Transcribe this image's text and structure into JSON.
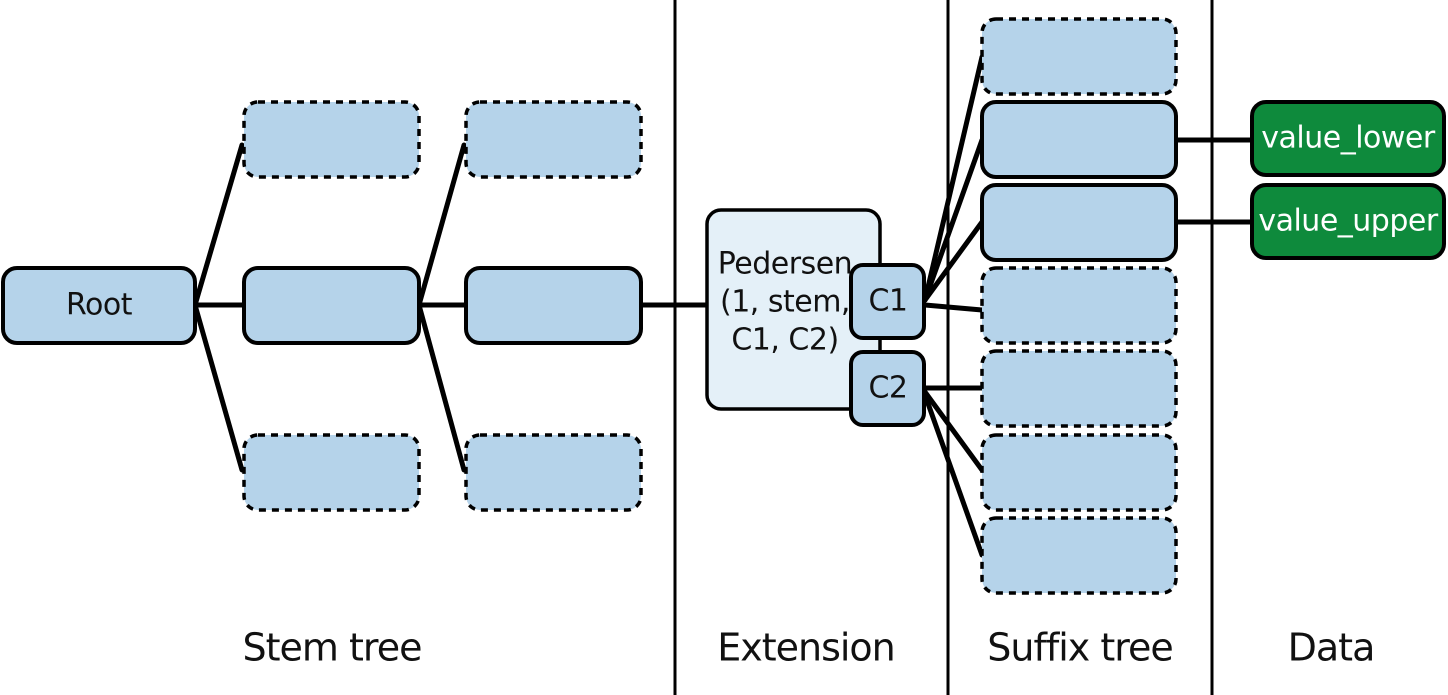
{
  "sections": {
    "stem_tree": "Stem tree",
    "extension": "Extension",
    "suffix_tree": "Suffix tree",
    "data": "Data"
  },
  "nodes": {
    "root": "Root",
    "pedersen_lines": [
      "Pedersen",
      "(1, stem,",
      "C1, C2)"
    ],
    "c1": "C1",
    "c2": "C2",
    "value_lower": "value_lower",
    "value_upper": "value_upper"
  },
  "colors": {
    "node_fill": "#b5d3ea",
    "extension_fill": "#e4f0f8",
    "data_fill": "#0e8a3c",
    "line": "#000000"
  }
}
